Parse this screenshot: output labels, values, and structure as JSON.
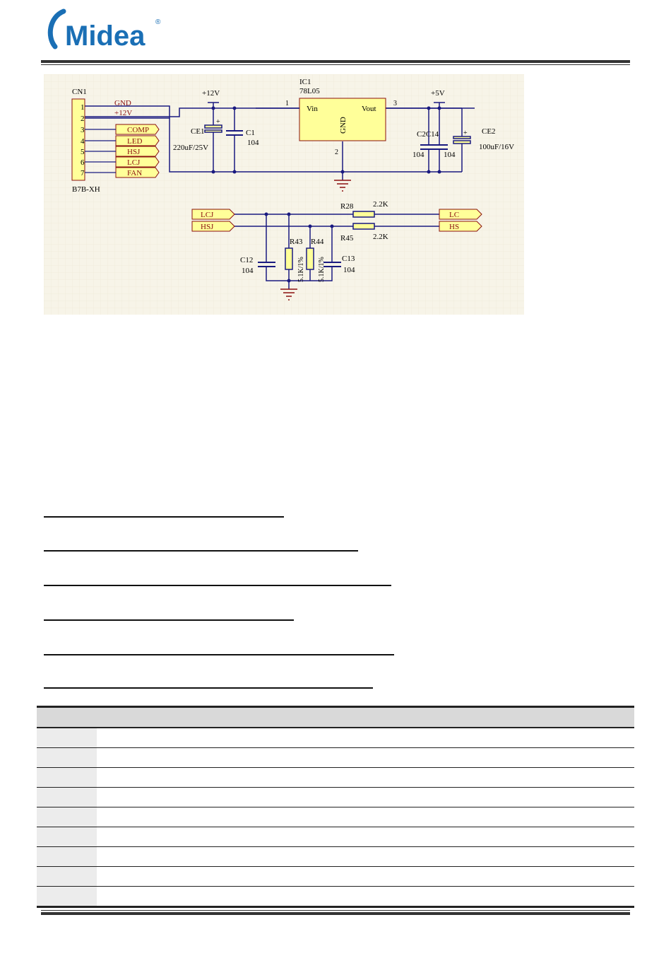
{
  "header": {
    "logo_text": "Midea",
    "logo_mark": "®"
  },
  "colors": {
    "logo_blue": "#1a6fb5",
    "label_fill": "#ffff99",
    "grid_bg": "#f7f4e8",
    "wire": "#1a1a80",
    "text_red": "#8b1010"
  },
  "schematic": {
    "connector": {
      "ref": "CN1",
      "part": "B7B-XH",
      "pins": [
        "1",
        "2",
        "3",
        "4",
        "5",
        "6",
        "7"
      ],
      "pin1_net": "GND",
      "pin2_net": "+12V",
      "port_labels": [
        "COMP",
        "LED",
        "HSJ",
        "LCJ",
        "FAN"
      ]
    },
    "power_12v": "+12V",
    "power_5v": "+5V",
    "ce1": {
      "ref": "CE1",
      "value": "220uF/25V"
    },
    "c1": {
      "ref": "C1",
      "value": "104"
    },
    "ic1": {
      "ref": "IC1",
      "part": "78L05",
      "vin": "Vin",
      "vout": "Vout",
      "gnd": "GND",
      "pin1": "1",
      "pin2": "2",
      "pin3": "3"
    },
    "c2c14": {
      "ref": "C2C14",
      "value_a": "104",
      "value_b": "104"
    },
    "ce2": {
      "ref": "CE2",
      "value": "100uF/16V"
    },
    "plus_sign": "+",
    "in_labels": [
      "LCJ",
      "HSJ"
    ],
    "out_labels": [
      "LC",
      "HS"
    ],
    "r28": {
      "ref": "R28",
      "value": "2.2K"
    },
    "r45": {
      "ref": "R45",
      "value": "2.2K"
    },
    "r43": {
      "ref": "R43",
      "value": "5.1K/1%"
    },
    "r44": {
      "ref": "R44",
      "value": "5.1K/1%"
    },
    "c12": {
      "ref": "C12",
      "value": "104"
    },
    "c13": {
      "ref": "C13",
      "value": "104"
    }
  },
  "table": {
    "columns": [
      "",
      "",
      "",
      "",
      "",
      "",
      "",
      "",
      "",
      ""
    ],
    "rows": [
      [
        "",
        "",
        "",
        "",
        "",
        "",
        "",
        "",
        "",
        ""
      ],
      [
        "",
        "",
        "",
        "",
        "",
        "",
        "",
        "",
        "",
        ""
      ],
      [
        "",
        "",
        "",
        "",
        "",
        "",
        "",
        "",
        "",
        ""
      ],
      [
        "",
        "",
        "",
        "",
        "",
        "",
        "",
        "",
        "",
        ""
      ],
      [
        "",
        "",
        "",
        "",
        "",
        "",
        "",
        "",
        "",
        ""
      ],
      [
        "",
        "",
        "",
        "",
        "",
        "",
        "",
        "",
        "",
        ""
      ],
      [
        "",
        "",
        "",
        "",
        "",
        "",
        "",
        "",
        "",
        ""
      ],
      [
        "",
        "",
        "",
        "",
        "",
        "",
        "",
        "",
        "",
        ""
      ],
      [
        "",
        "",
        "",
        "",
        "",
        "",
        "",
        "",
        "",
        ""
      ]
    ]
  }
}
